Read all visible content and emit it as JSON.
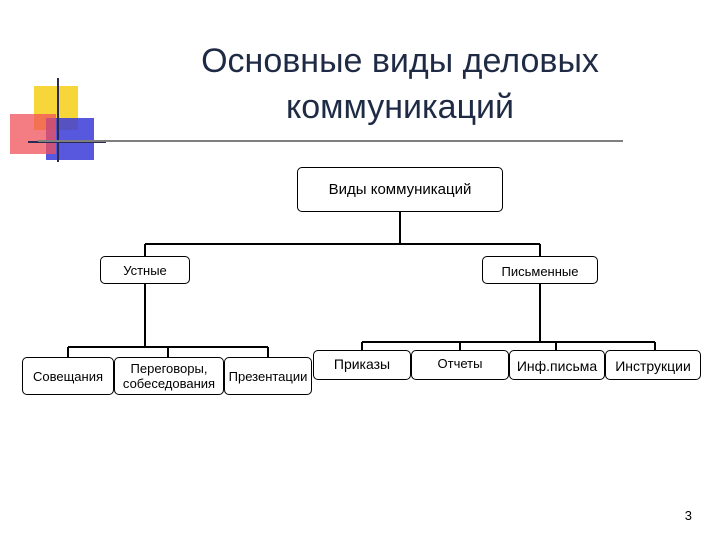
{
  "slide": {
    "title_line1": "Основные виды деловых",
    "title_line2": "коммуникаций",
    "page_number": "3"
  },
  "tree": {
    "root": "Виды коммуникаций",
    "oral": {
      "label": "Устные",
      "children": [
        "Совещания",
        "Переговоры,",
        "собеседования",
        "Презентации"
      ]
    },
    "written": {
      "label": "Письменные",
      "children": [
        "Приказы",
        "Отчеты",
        "Инф.письма",
        "Инструкции"
      ]
    }
  },
  "colors": {
    "title": "#1f2a44",
    "deco_yellow": "#f7d63a",
    "deco_red": "#f0505a",
    "deco_blue": "#3b3bd9",
    "rule": "#7f7f7f"
  }
}
